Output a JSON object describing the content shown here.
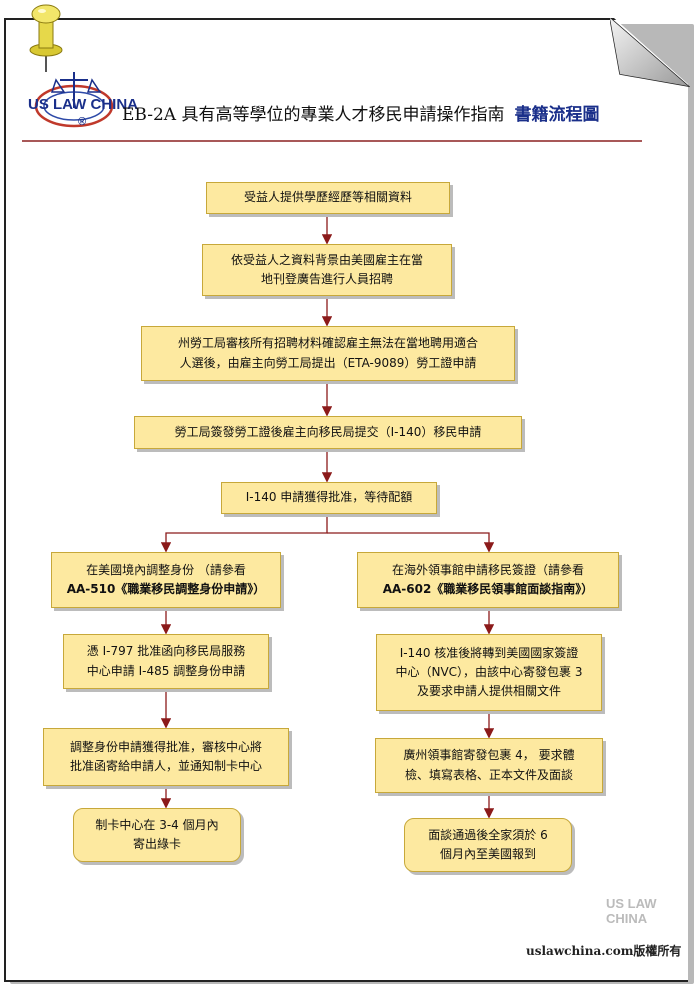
{
  "header": {
    "logo_text": "US LAW CHINA",
    "logo_mark": "®",
    "title": "EB-2A 具有高等學位的專業人才移民申請操作指南",
    "subtitle": "書籍流程圖"
  },
  "flow": {
    "step1": "受益人提供學歷經歷等相關資料",
    "step2_l1": "依受益人之資料背景由美國雇主在當",
    "step2_l2": "地刊登廣告進行人員招聘",
    "step3_l1": "州勞工局審核所有招聘材料確認雇主無法在當地聘用適合",
    "step3_l2": "人選後，由雇主向勞工局提出（ETA-9089）勞工證申請",
    "step4": "勞工局簽發勞工證後雇主向移民局提交（I-140）移民申請",
    "step5": "I-140 申請獲得批准，等待配額",
    "left": {
      "a_l1": "在美國境內調整身份 （請參看",
      "a_l2": "AA-510《職業移民調整身份申請》）",
      "b_l1": "憑 I-797 批准函向移民局服務",
      "b_l2": "中心申請 I-485 調整身份申請",
      "c_l1": "調整身份申請獲得批准，審核中心將",
      "c_l2": "批准函寄給申請人，並通知制卡中心",
      "d_l1": "制卡中心在 3-4 個月內",
      "d_l2": "寄出綠卡"
    },
    "right": {
      "a_l1": "在海外領事館申請移民簽證（請參看",
      "a_l2": "AA-602《職業移民領事館面談指南》）",
      "b_l1": "I-140 核准後將轉到美國國家簽證",
      "b_l2": "中心（NVC），由該中心寄發包裹 3",
      "b_l3": "及要求申請人提供相關文件",
      "c_l1": "廣州領事館寄發包裹 4， 要求體",
      "c_l2": "檢、填寫表格、正本文件及面談",
      "d_l1": "面談通過後全家須於 6",
      "d_l2": "個月內至美國報到"
    }
  },
  "footer": {
    "copyright": "uslawchina.com版權所有",
    "watermark": "US LAW CHINA"
  },
  "colors": {
    "box_fill": "#fde9a0",
    "box_border": "#c7a83a",
    "arrow": "#8b1a1a",
    "brand_blue": "#1a2f8a"
  }
}
